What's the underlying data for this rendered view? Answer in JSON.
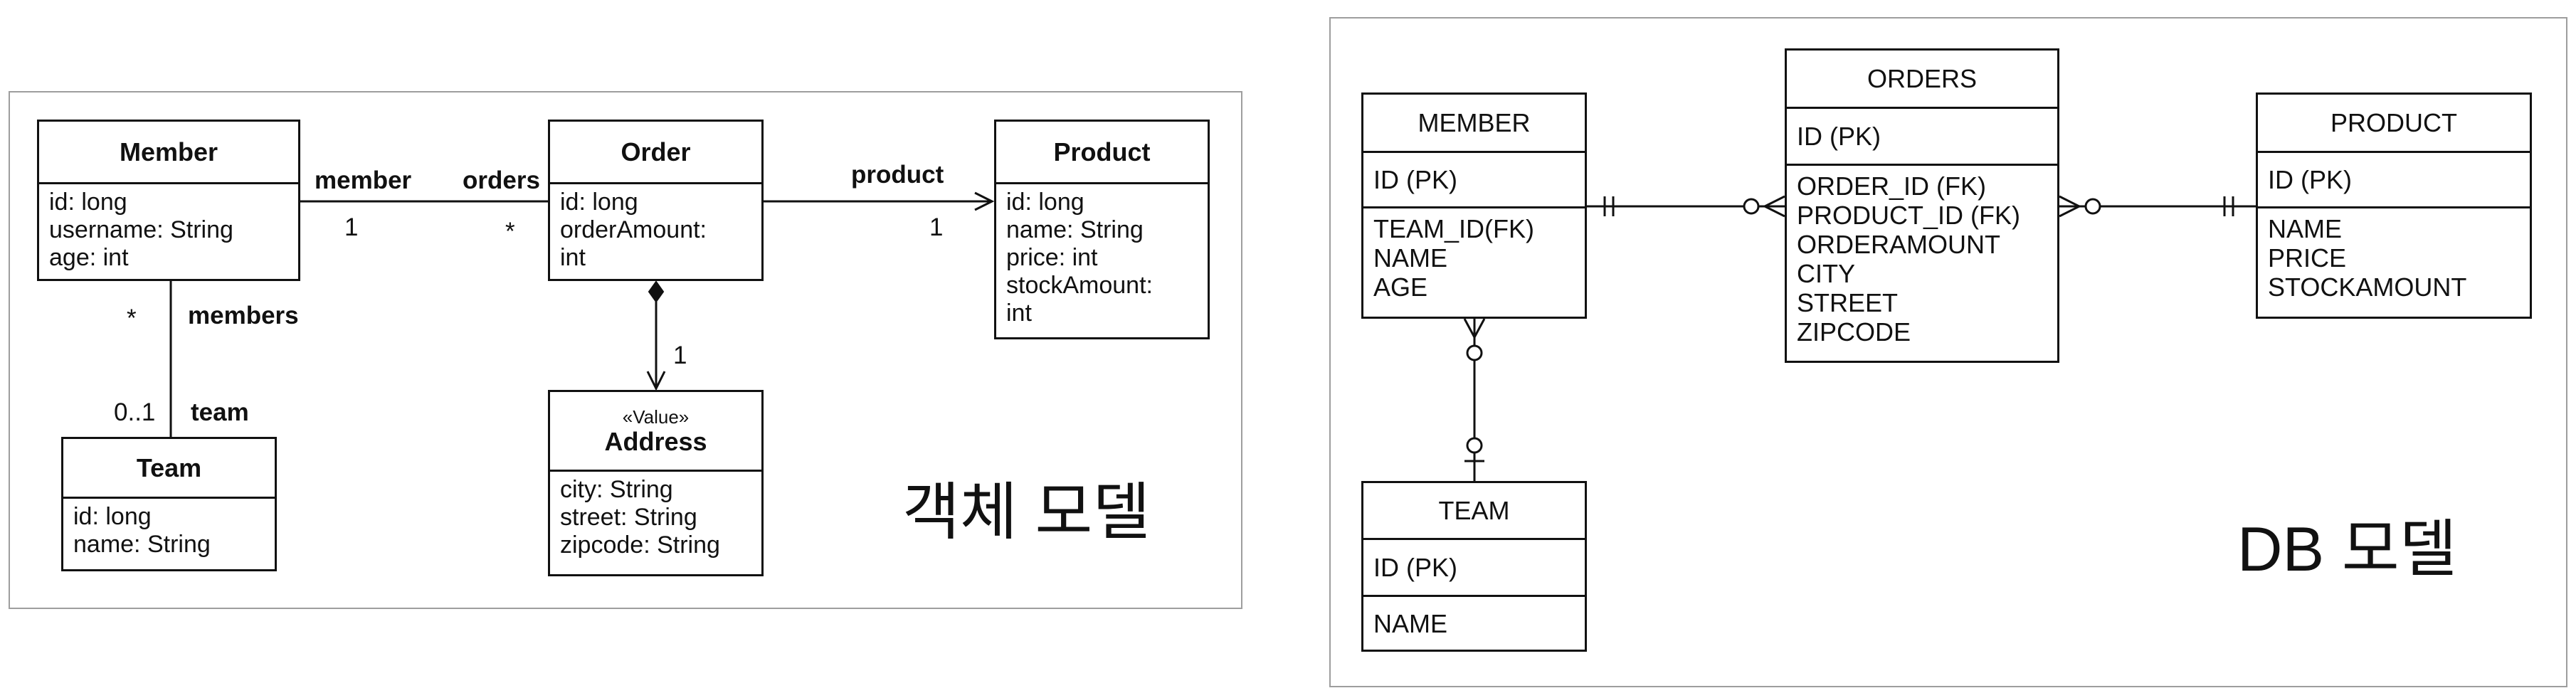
{
  "object_model": {
    "caption": "객체 모델",
    "member": {
      "name": "Member",
      "attrs": [
        "id: long",
        "username: String",
        "age: int"
      ]
    },
    "order": {
      "name": "Order",
      "attrs": [
        "id: long",
        "orderAmount:",
        "int"
      ]
    },
    "product": {
      "name": "Product",
      "attrs": [
        "id: long",
        "name: String",
        "price: int",
        "stockAmount:",
        "int"
      ]
    },
    "team": {
      "name": "Team",
      "attrs": [
        "id: long",
        "name: String"
      ]
    },
    "address": {
      "stereotype": "«Value»",
      "name": "Address",
      "attrs": [
        "city: String",
        "street: String",
        "zipcode: String"
      ]
    },
    "labels": {
      "member_role": "member",
      "orders_role": "orders",
      "member_mult": "1",
      "orders_mult": "*",
      "product_role": "product",
      "product_mult": "1",
      "members_mult": "*",
      "members_role": "members",
      "team_mult": "0..1",
      "team_role": "team",
      "address_mult": "1"
    }
  },
  "db_model": {
    "caption": "DB 모델",
    "member": {
      "name": "MEMBER",
      "pk": "ID (PK)",
      "cols": [
        "TEAM_ID(FK)",
        "NAME",
        "AGE"
      ]
    },
    "orders": {
      "name": "ORDERS",
      "pk": "ID (PK)",
      "cols": [
        "ORDER_ID (FK)",
        "PRODUCT_ID (FK)",
        "ORDERAMOUNT",
        "CITY",
        "STREET",
        "ZIPCODE"
      ]
    },
    "product": {
      "name": "PRODUCT",
      "pk": "ID (PK)",
      "cols": [
        "NAME",
        "PRICE",
        "STOCKAMOUNT"
      ]
    },
    "team": {
      "name": "TEAM",
      "pk": "ID (PK)",
      "cols": [
        "NAME"
      ]
    }
  }
}
